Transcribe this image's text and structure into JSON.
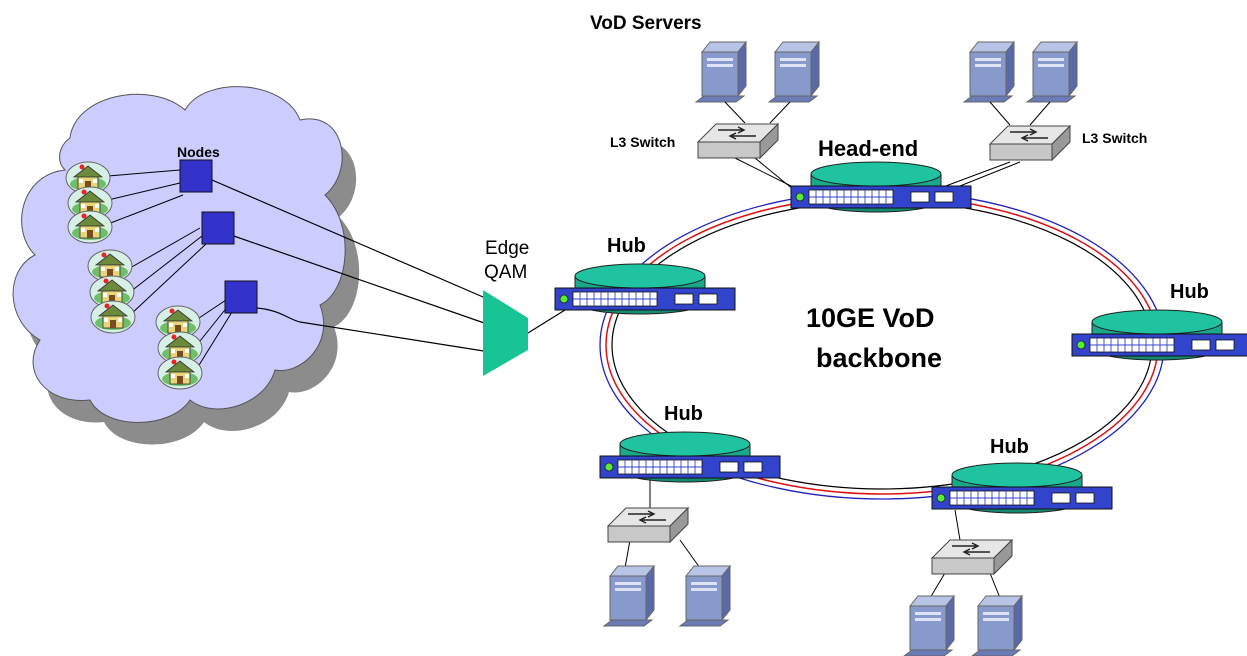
{
  "labels": {
    "vod_servers": "VoD Servers",
    "l3_switch_left": "L3 Switch",
    "l3_switch_right": "L3 Switch",
    "head_end": "Head-end",
    "nodes": "Nodes",
    "edge": "Edge",
    "qam": "QAM",
    "hub_left": "Hub",
    "hub_right": "Hub",
    "hub_bottom_left": "Hub",
    "hub_bottom_right": "Hub",
    "backbone_line1": "10GE VoD",
    "backbone_line2": "backbone"
  },
  "colors": {
    "cloud_fill": "#ccccff",
    "cloud_shadow": "#8c8c8c",
    "node_square": "#3333cc",
    "ring_blue": "#2222bb",
    "ring_red": "#dd1111",
    "router_top": "#1aa88a",
    "router_face": "#3344cc",
    "edge_qam": "#19c494",
    "server": "#8899cc",
    "switch": "#c8c8c8"
  },
  "icons": [
    "house-icon",
    "server-icon",
    "switch-icon",
    "router-icon",
    "node-icon",
    "edge-qam-icon",
    "cloud-icon"
  ]
}
